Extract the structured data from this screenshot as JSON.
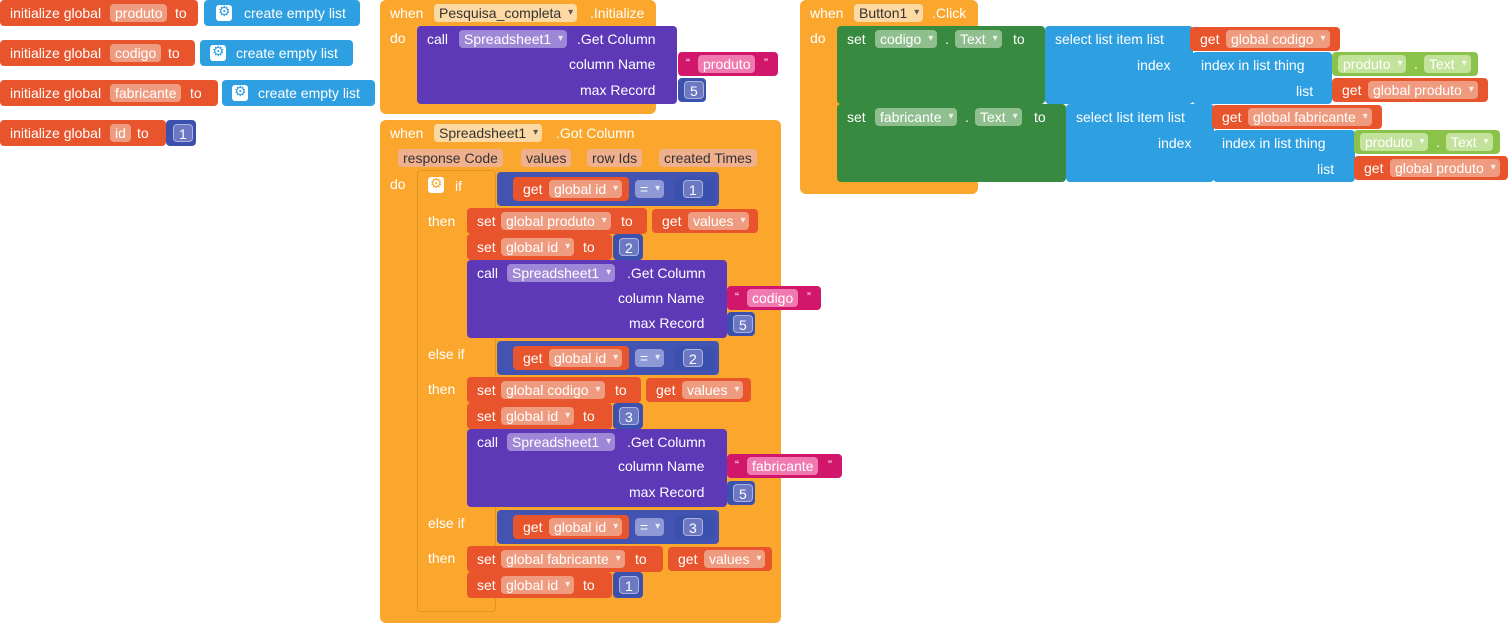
{
  "globals": [
    {
      "prefix": "initialize global",
      "name": "produto",
      "to": "to",
      "value": "create empty list"
    },
    {
      "prefix": "initialize global",
      "name": "codigo",
      "to": "to",
      "value": "create empty list"
    },
    {
      "prefix": "initialize global",
      "name": "fabricante",
      "to": "to",
      "value": "create empty list"
    },
    {
      "prefix": "initialize global",
      "name": "id",
      "to": "to",
      "value": "1"
    }
  ],
  "init_event": {
    "when": "when",
    "component": "Pesquisa_completa",
    "event": ".Initialize",
    "do": "do",
    "call": "call",
    "callee": "Spreadsheet1",
    "method": ".Get Column",
    "col_label": "column Name",
    "col_value": "produto",
    "max_label": "max Record",
    "max_value": "5"
  },
  "got_event": {
    "when": "when",
    "component": "Spreadsheet1",
    "event": ".Got Column",
    "do": "do",
    "params": [
      "response Code",
      "values",
      "row Ids",
      "created Times"
    ],
    "if": "if",
    "then": "then",
    "elseif": "else if",
    "branches": [
      {
        "cond_get": "get",
        "cond_var": "global id",
        "op": "=",
        "cond_val": "1",
        "set1": "set",
        "set1_var": "global produto",
        "set1_to": "to",
        "set1_get": "get",
        "set1_get_var": "values",
        "set2": "set",
        "set2_var": "global id",
        "set2_to": "to",
        "set2_val": "2",
        "call": "call",
        "callee": "Spreadsheet1",
        "method": ".Get Column",
        "col_label": "column Name",
        "col_value": "codigo",
        "max_label": "max Record",
        "max_value": "5"
      },
      {
        "cond_get": "get",
        "cond_var": "global id",
        "op": "=",
        "cond_val": "2",
        "set1": "set",
        "set1_var": "global codigo",
        "set1_to": "to",
        "set1_get": "get",
        "set1_get_var": "values",
        "set2": "set",
        "set2_var": "global id",
        "set2_to": "to",
        "set2_val": "3",
        "call": "call",
        "callee": "Spreadsheet1",
        "method": ".Get Column",
        "col_label": "column Name",
        "col_value": "fabricante",
        "max_label": "max Record",
        "max_value": "5"
      },
      {
        "cond_get": "get",
        "cond_var": "global id",
        "op": "=",
        "cond_val": "3",
        "set1": "set",
        "set1_var": "global fabricante",
        "set1_to": "to",
        "set1_get": "get",
        "set1_get_var": "values",
        "set2": "set",
        "set2_var": "global id",
        "set2_to": "to",
        "set2_val": "1"
      }
    ]
  },
  "click_event": {
    "when": "when",
    "component": "Button1",
    "event": ".Click",
    "do": "do",
    "rows": [
      {
        "set": "set",
        "comp": "codigo",
        "dot": ".",
        "prop": "Text",
        "to": "to",
        "select": "select list item  list",
        "get": "get",
        "list_var": "global codigo",
        "index": "index",
        "index_in": "index in list  thing",
        "thing_comp": "produto",
        "thing_prop": "Text",
        "list": "list",
        "list_get": "get",
        "list_get_var": "global produto"
      },
      {
        "set": "set",
        "comp": "fabricante",
        "dot": ".",
        "prop": "Text",
        "to": "to",
        "select": "select list item  list",
        "get": "get",
        "list_var": "global fabricante",
        "index": "index",
        "index_in": "index in list  thing",
        "thing_comp": "produto",
        "thing_prop": "Text",
        "list": "list",
        "list_get": "get",
        "list_get_var": "global produto"
      }
    ]
  },
  "colors": {
    "variable": "#e8542b",
    "list": "#2e9fe0",
    "event": "#fba72d",
    "call": "#5d38b7",
    "text": "#d1166b",
    "math": "#3c51ad",
    "component_set": "#378a3f",
    "component_get": "#8bc34a"
  }
}
